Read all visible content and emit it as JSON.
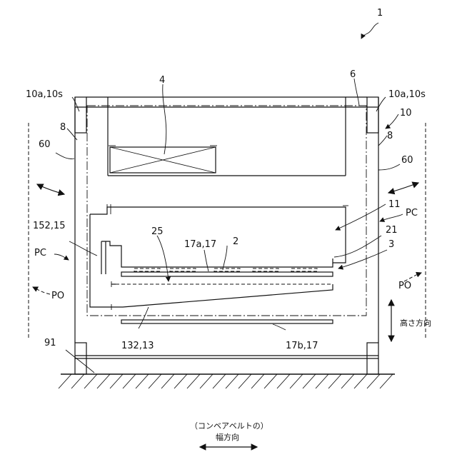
{
  "labels": {
    "ref_1": "1",
    "ref_4": "4",
    "ref_6": "6",
    "ref_10a_left": "10a,10s",
    "ref_10a_right": "10a,10s",
    "ref_10": "10",
    "ref_8_left": "8",
    "ref_8_right": "8",
    "ref_60_left": "60",
    "ref_60_right": "60",
    "ref_11": "11",
    "ref_pc_right": "PC",
    "ref_21": "21",
    "ref_3": "3",
    "ref_152": "152,15",
    "ref_25": "25",
    "ref_17a": "17a,17",
    "ref_2": "2",
    "ref_pc_left": "PC",
    "ref_po_left": "PO",
    "ref_po_right": "PO",
    "ref_132": "132,13",
    "ref_17b": "17b,17",
    "ref_91": "91",
    "height_dir": "高さ方向",
    "width_dir_line1": "（コンベアベルトの）",
    "width_dir_line2": "幅方向"
  }
}
